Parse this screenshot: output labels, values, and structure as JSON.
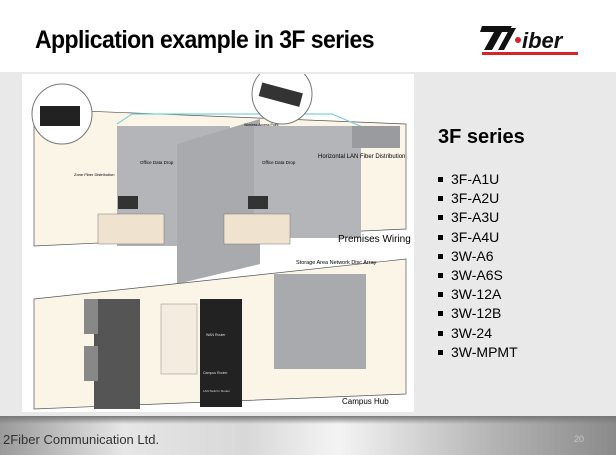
{
  "slide": {
    "title": "Application example in 3F series",
    "logo_text": "Fiber",
    "page_number": "20"
  },
  "diagram": {
    "labels": {
      "zone": "Zone Fiber Distribution",
      "office1": "Office Data Drop",
      "office2": "Office Data Drop",
      "wireless": "Wireless Access Point",
      "horizontal": "Horizontal LAN Fiber Distribution",
      "premises": "Premises Wiring",
      "storage": "Storage Area Network Disc  Array",
      "wan": "WAN Router",
      "campus_router": "Campus Router",
      "lan": "LAN Switch / Router",
      "campus_hub": "Campus Hub"
    }
  },
  "sidebar": {
    "heading": "3F series",
    "items": [
      "3F-A1U",
      "3F-A2U",
      "3F-A3U",
      "3F-A4U",
      "3W-A6",
      "3W-A6S",
      "3W-12A",
      "3W-12B",
      "3W-24",
      "3W-MPMT"
    ]
  },
  "footer": {
    "company": "2Fiber Communication Ltd."
  },
  "colors": {
    "accent": "#d7262b",
    "cable": "#7fd0dc",
    "wall": "#b4b5b8"
  }
}
